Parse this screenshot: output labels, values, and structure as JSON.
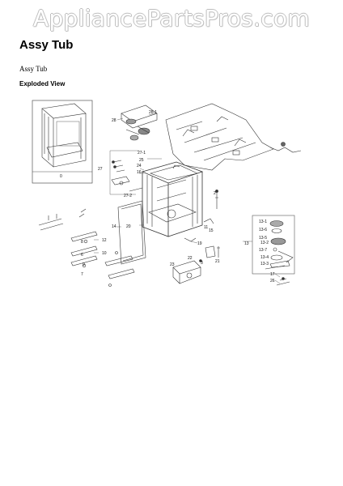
{
  "watermark": "AppliancePartsPros.com",
  "page": {
    "title": "Assy Tub",
    "section_label": "Assy Tub",
    "view_label": "Exploded View"
  },
  "diagram": {
    "inset_label": "0",
    "callouts": {
      "c28": "28",
      "c284": "28-1",
      "c271": "27-1",
      "c25": "25",
      "c27": "27",
      "c24": "24",
      "c16": "16",
      "c272": "27-2",
      "c2": "2",
      "c14": "14",
      "c20": "20",
      "c8": "8",
      "c12": "12",
      "c6": "6",
      "c10": "10",
      "c11": "11",
      "c15": "15",
      "c19": "19",
      "c13": "13",
      "c131": "13-1",
      "c136": "13-6",
      "c135": "13-5",
      "c132": "13-2",
      "c137": "13-7",
      "c134": "13-4",
      "c133": "13-3",
      "c17": "17",
      "c26": "26",
      "c23": "23",
      "c22": "22",
      "c21": "21",
      "c3": "3",
      "c9": "9",
      "c7": "7"
    }
  }
}
